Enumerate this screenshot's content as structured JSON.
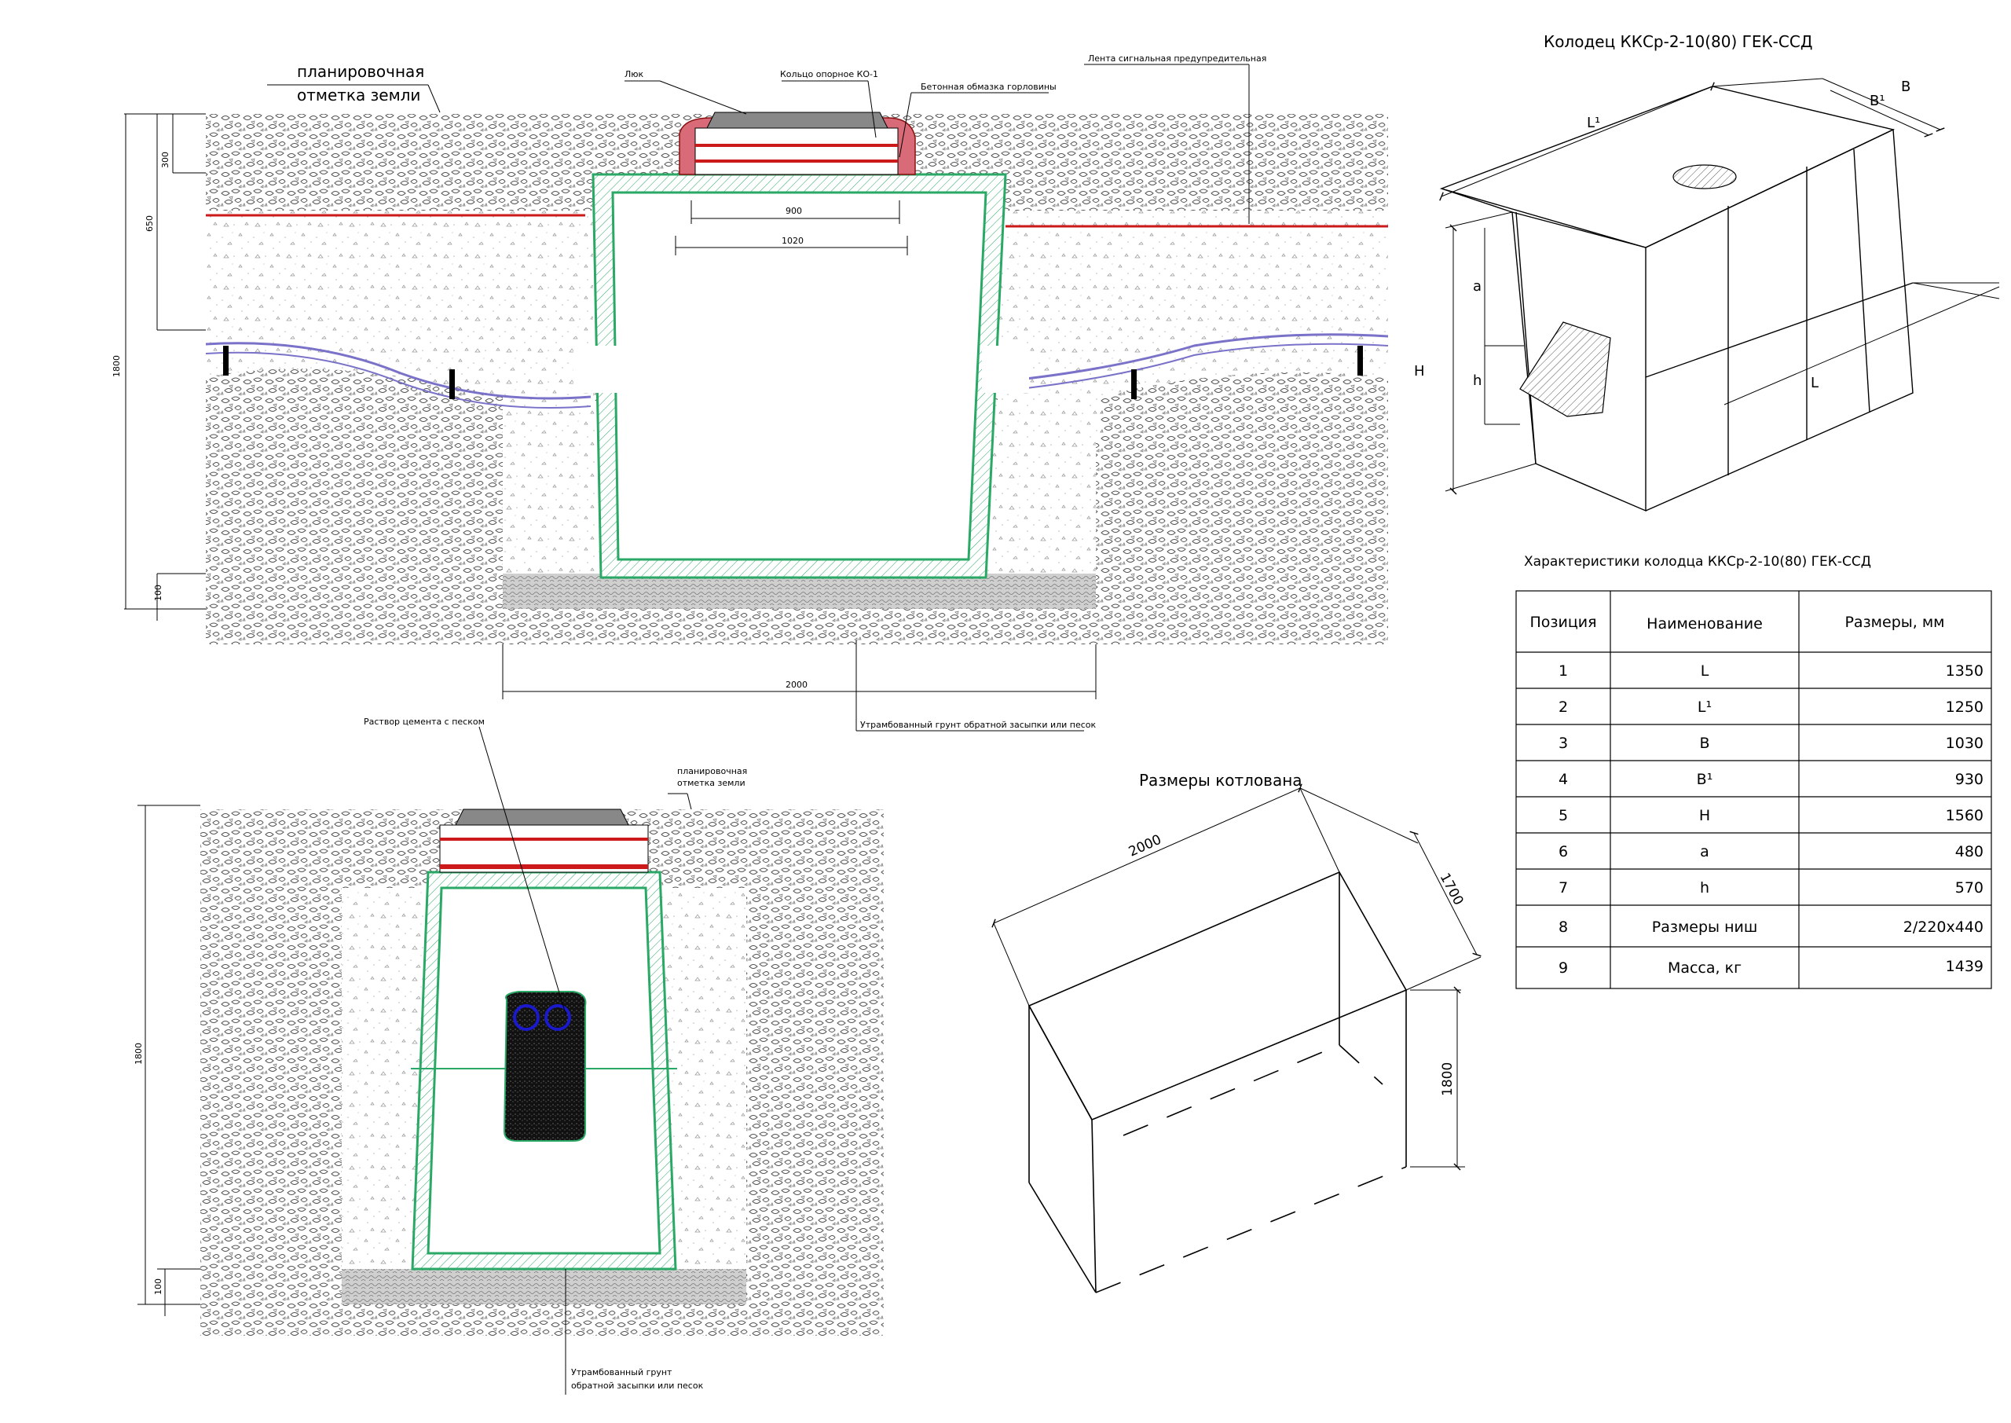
{
  "section_top": {
    "ground_label_line1": "планировочная",
    "ground_label_line2": "отметка земли",
    "luk": "Люк",
    "ring": "Кольцо опорное КО-1",
    "concrete": "Бетонная обмазка горловины",
    "tape": "Лента сигнальная предупредительная",
    "compacted": "Утрамбованный грунт обратной засыпки или песок",
    "dim_300": "300",
    "dim_650": "650",
    "dim_1800": "1800",
    "dim_100": "100",
    "dim_900": "900",
    "dim_1020": "1020",
    "dim_2000": "2000"
  },
  "section_bottom": {
    "mortar": "Раствор цемента с песком",
    "ground_label_line1": "планировочная",
    "ground_label_line2": "отметка земли",
    "compacted_line1": "Утрамбованный грунт",
    "compacted_line2": "обратной засыпки или песок",
    "dim_1800": "1800",
    "dim_100": "100"
  },
  "well_iso": {
    "title": "Колодец ККСр-2-10(80) ГЕК-ССД",
    "labels": {
      "L1": "L¹",
      "B1": "B¹",
      "B": "B",
      "a": "a",
      "h": "h",
      "H": "H",
      "L": "L"
    }
  },
  "pit": {
    "title": "Размеры котлована",
    "length": "2000",
    "width": "1700",
    "depth": "1800"
  },
  "table": {
    "title": "Характеристики колодца ККСр-2-10(80) ГЕК-ССД",
    "headers": [
      "Позиция",
      "Наименование",
      "Размеры, мм"
    ],
    "rows": [
      [
        "1",
        "L",
        "1350"
      ],
      [
        "2",
        "L¹",
        "1250"
      ],
      [
        "3",
        "B",
        "1030"
      ],
      [
        "4",
        "B¹",
        "930"
      ],
      [
        "5",
        "H",
        "1560"
      ],
      [
        "6",
        "a",
        "480"
      ],
      [
        "7",
        "h",
        "570"
      ],
      [
        "8",
        "Размеры ниш",
        "2/220x440"
      ],
      [
        "9",
        "Масса, кг",
        "1439"
      ]
    ]
  },
  "colors": {
    "well_outline": "#2aa866",
    "concrete_fill": "#d96a78",
    "red_line": "#cc1a1a",
    "pipe": "#7a72c8",
    "cover": "#888888",
    "duct": "#1a1acc"
  }
}
